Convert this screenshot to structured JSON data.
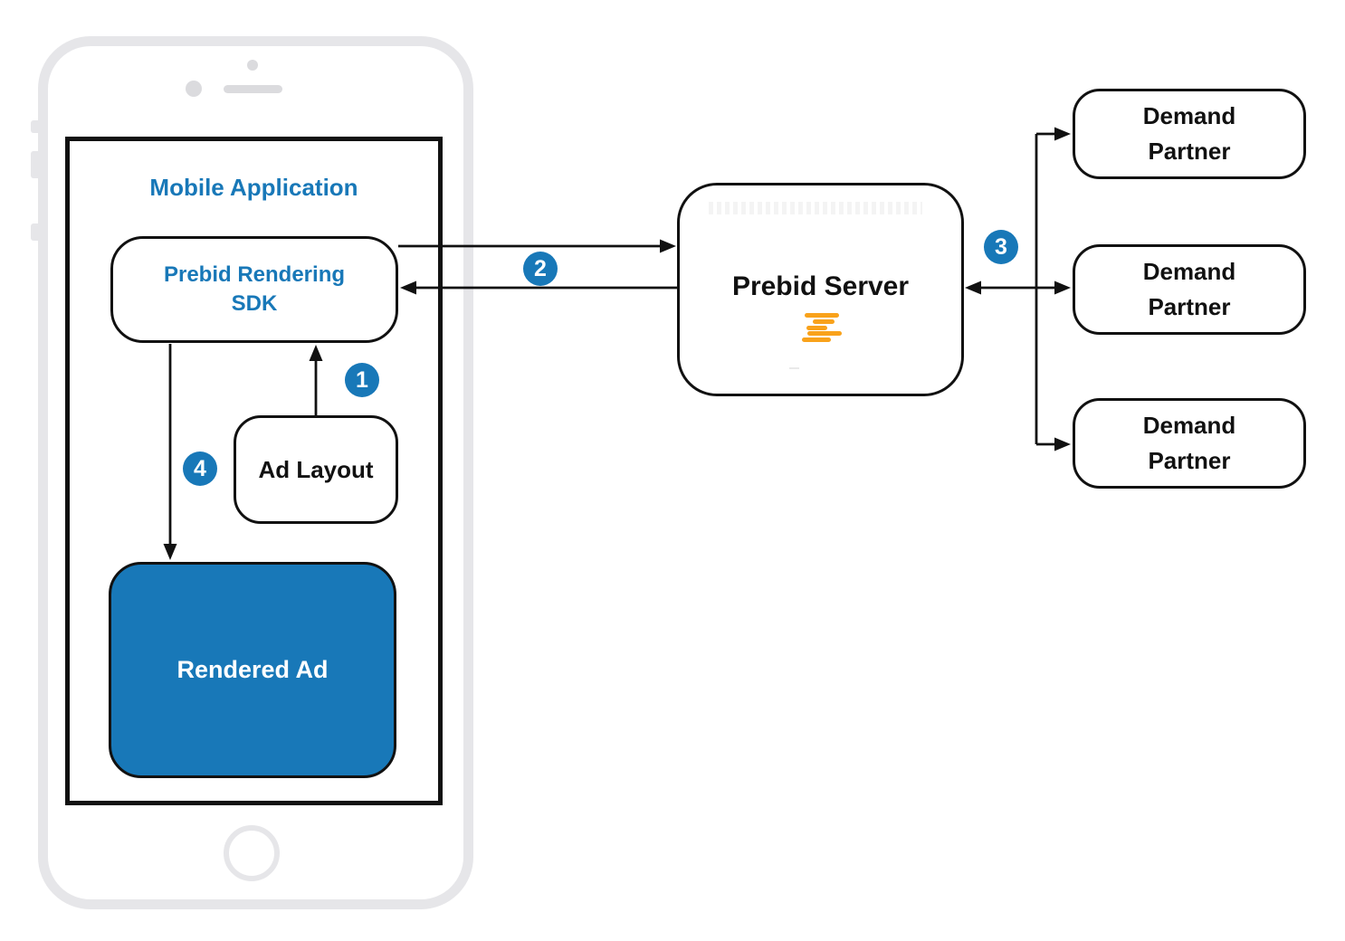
{
  "diagram": {
    "phone": {
      "app_label": "Mobile Application"
    },
    "nodes": {
      "sdk": {
        "label": "Prebid Rendering\nSDK"
      },
      "ad_layout": {
        "label": "Ad Layout"
      },
      "rendered_ad": {
        "label": "Rendered Ad"
      },
      "prebid_server": {
        "label": "Prebid Server",
        "icon": "prebid-lines-icon"
      },
      "demand_partners": [
        {
          "label": "Demand\nPartner"
        },
        {
          "label": "Demand\nPartner"
        },
        {
          "label": "Demand\nPartner"
        }
      ]
    },
    "steps": [
      {
        "n": "1"
      },
      {
        "n": "2"
      },
      {
        "n": "3"
      },
      {
        "n": "4"
      }
    ],
    "colors": {
      "accent_blue": "#1878b8",
      "prebid_orange": "#f9a21b",
      "phone_gray": "#e6e6e9",
      "line_black": "#111111"
    }
  }
}
